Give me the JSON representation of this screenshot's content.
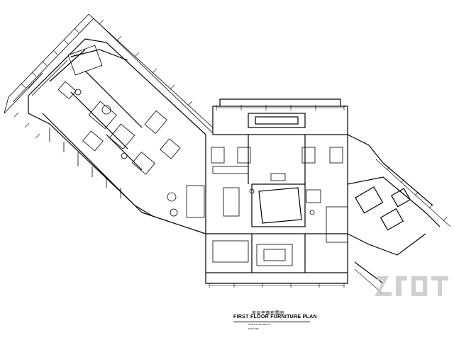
{
  "drawing": {
    "title_cn": "首层平面布置图",
    "title_en": "FIRST FLOOR  FURNITURE PLAN",
    "sub_1": "SCALE 1:100     DWG No.",
    "sub_2": "DATE     REV"
  },
  "colors": {
    "line": "#000000",
    "background": "#ffffff",
    "watermark": "#bdbdbd"
  },
  "icons": {
    "watermark": "logo-watermark"
  }
}
